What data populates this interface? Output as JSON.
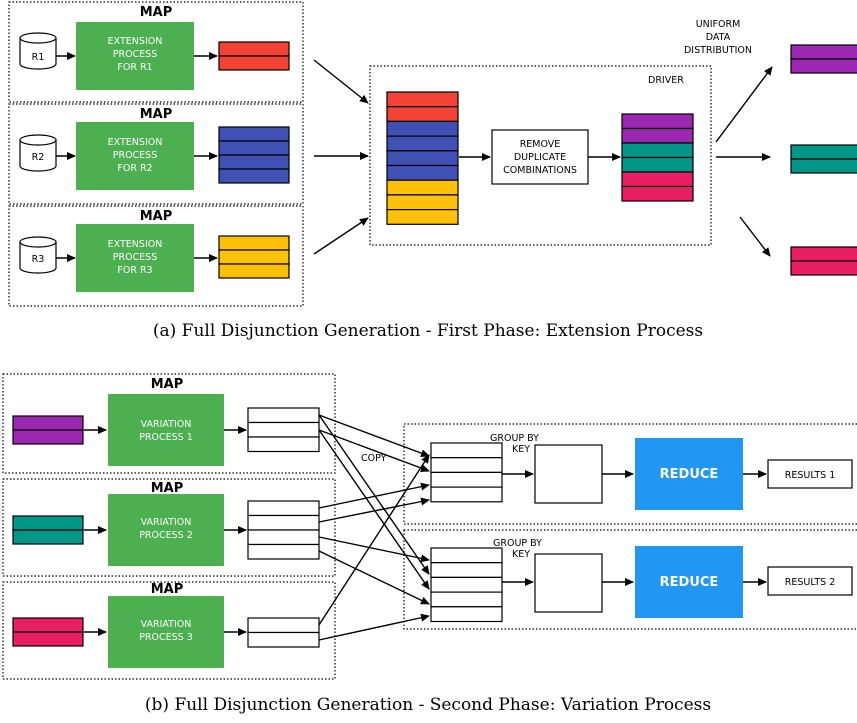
{
  "colors": {
    "process_green": "#4caf50",
    "reduce_blue": "#2196f3",
    "red": "#f44336",
    "blue": "#3f51b5",
    "yellow": "#ffc107",
    "purple": "#9c27b0",
    "teal": "#009688",
    "pink": "#e91e63"
  },
  "phase1": {
    "caption": "(a) Full Disjunction Generation - First Phase: Extension Process",
    "maps": [
      {
        "title": "MAP",
        "relation": "R1",
        "process": [
          "EXTENSION",
          "PROCESS",
          "FOR R1"
        ]
      },
      {
        "title": "MAP",
        "relation": "R2",
        "process": [
          "EXTENSION",
          "PROCESS",
          "FOR R2"
        ]
      },
      {
        "title": "MAP",
        "relation": "R3",
        "process": [
          "EXTENSION",
          "PROCESS",
          "FOR R3"
        ]
      }
    ],
    "driver_label": "DRIVER",
    "remove_box": [
      "REMOVE",
      "DUPLICATE",
      "COMBINATIONS"
    ],
    "distribution_label": [
      "UNIFORM",
      "DATA",
      "DISTRIBUTION"
    ]
  },
  "phase2": {
    "caption": "(b) Full Disjunction Generation - Second Phase: Variation Process",
    "maps": [
      {
        "title": "MAP",
        "process": [
          "VARIATION",
          "PROCESS 1"
        ]
      },
      {
        "title": "MAP",
        "process": [
          "VARIATION",
          "PROCESS 2"
        ]
      },
      {
        "title": "MAP",
        "process": [
          "VARIATION",
          "PROCESS 3"
        ]
      }
    ],
    "copy_label": "COPY",
    "reducers": [
      {
        "group_label": [
          "GROUP BY",
          "KEY"
        ],
        "reduce_label": "REDUCE",
        "results_label": "RESULTS 1"
      },
      {
        "group_label": [
          "GROUP BY",
          "KEY"
        ],
        "reduce_label": "REDUCE",
        "results_label": "RESULTS 2"
      }
    ]
  }
}
